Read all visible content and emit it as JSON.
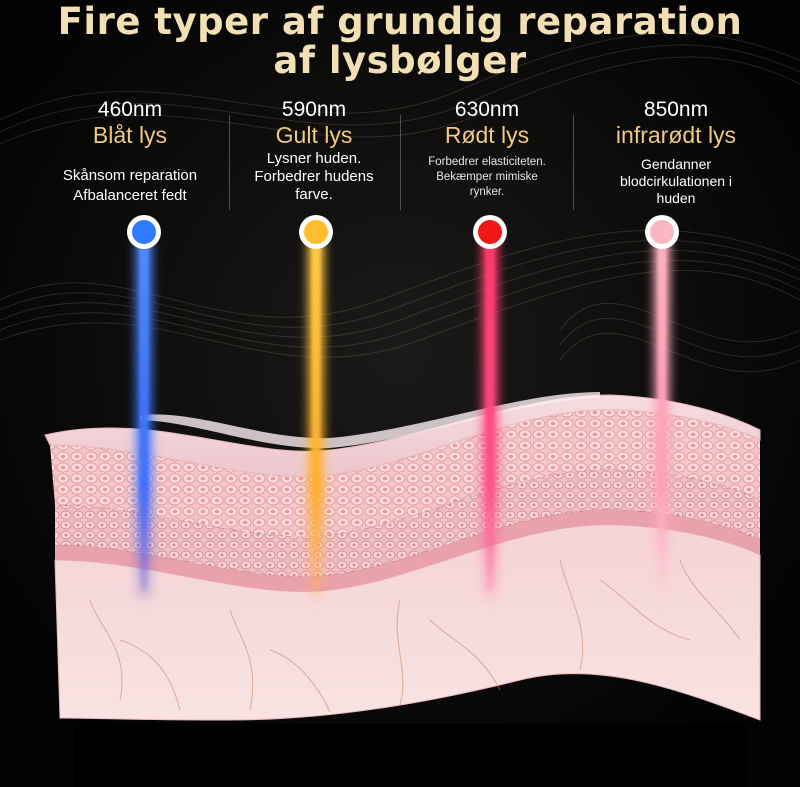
{
  "title": {
    "line1": "Fire typer af grundig reparation",
    "line2": "af lysbølger"
  },
  "lights": [
    {
      "wavelength": "460nm",
      "name": "Blåt lys",
      "desc": [
        "Skånsom reparation",
        "Afbalanceret fedt"
      ],
      "color": "#2f7bff"
    },
    {
      "wavelength": "590nm",
      "name": "Gult lys",
      "desc": [
        "Lysner huden.",
        "Forbedrer hudens",
        "farve."
      ],
      "color": "#ffbe2e"
    },
    {
      "wavelength": "630nm",
      "name": "Rødt lys",
      "desc": [
        "Forbedrer elasticiteten.",
        "Bekæmper mimiske",
        "rynker."
      ],
      "color": "#f01818"
    },
    {
      "wavelength": "850nm",
      "name": "infrarødt lys",
      "desc": [
        "Gendanner",
        "blodcirkulationen i",
        "huden"
      ],
      "color": "#f7b8c4"
    }
  ]
}
